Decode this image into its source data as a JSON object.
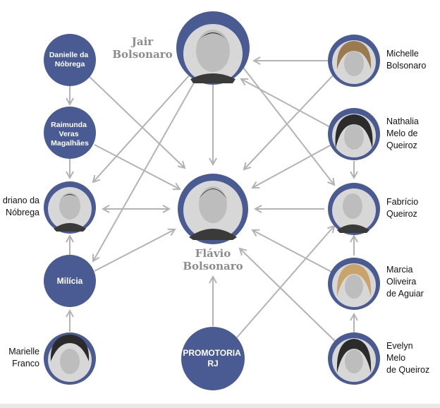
{
  "colors": {
    "node": "#4a5b94",
    "arrow": "#b3b3b3",
    "label": "#111111",
    "name_big": "#8c8c8c"
  },
  "people": {
    "jair": "Jair\nBolsonaro",
    "flavio": "Flávio\nBolsonaro",
    "michelle": "Michelle\nBolsonaro",
    "nathalia": "Nathalia\nMelo de\nQueiroz",
    "fabricio": "Fabrício\nQueiroz",
    "marcia": "Marcia\nOliveira\nde Aguiar",
    "evelyn": "Evelyn\nMelo\nde Queiroz",
    "adriano": "driano da\nNóbrega",
    "marielle": "Marielle\nFranco"
  },
  "nodes": {
    "danielle": [
      "Danielle da",
      "Nóbrega"
    ],
    "raimunda": [
      "Raimunda",
      "Veras",
      "Magalhães"
    ],
    "milicia": [
      "Milícia"
    ],
    "promotoria": [
      "PROMOTORIA",
      "RJ"
    ]
  }
}
